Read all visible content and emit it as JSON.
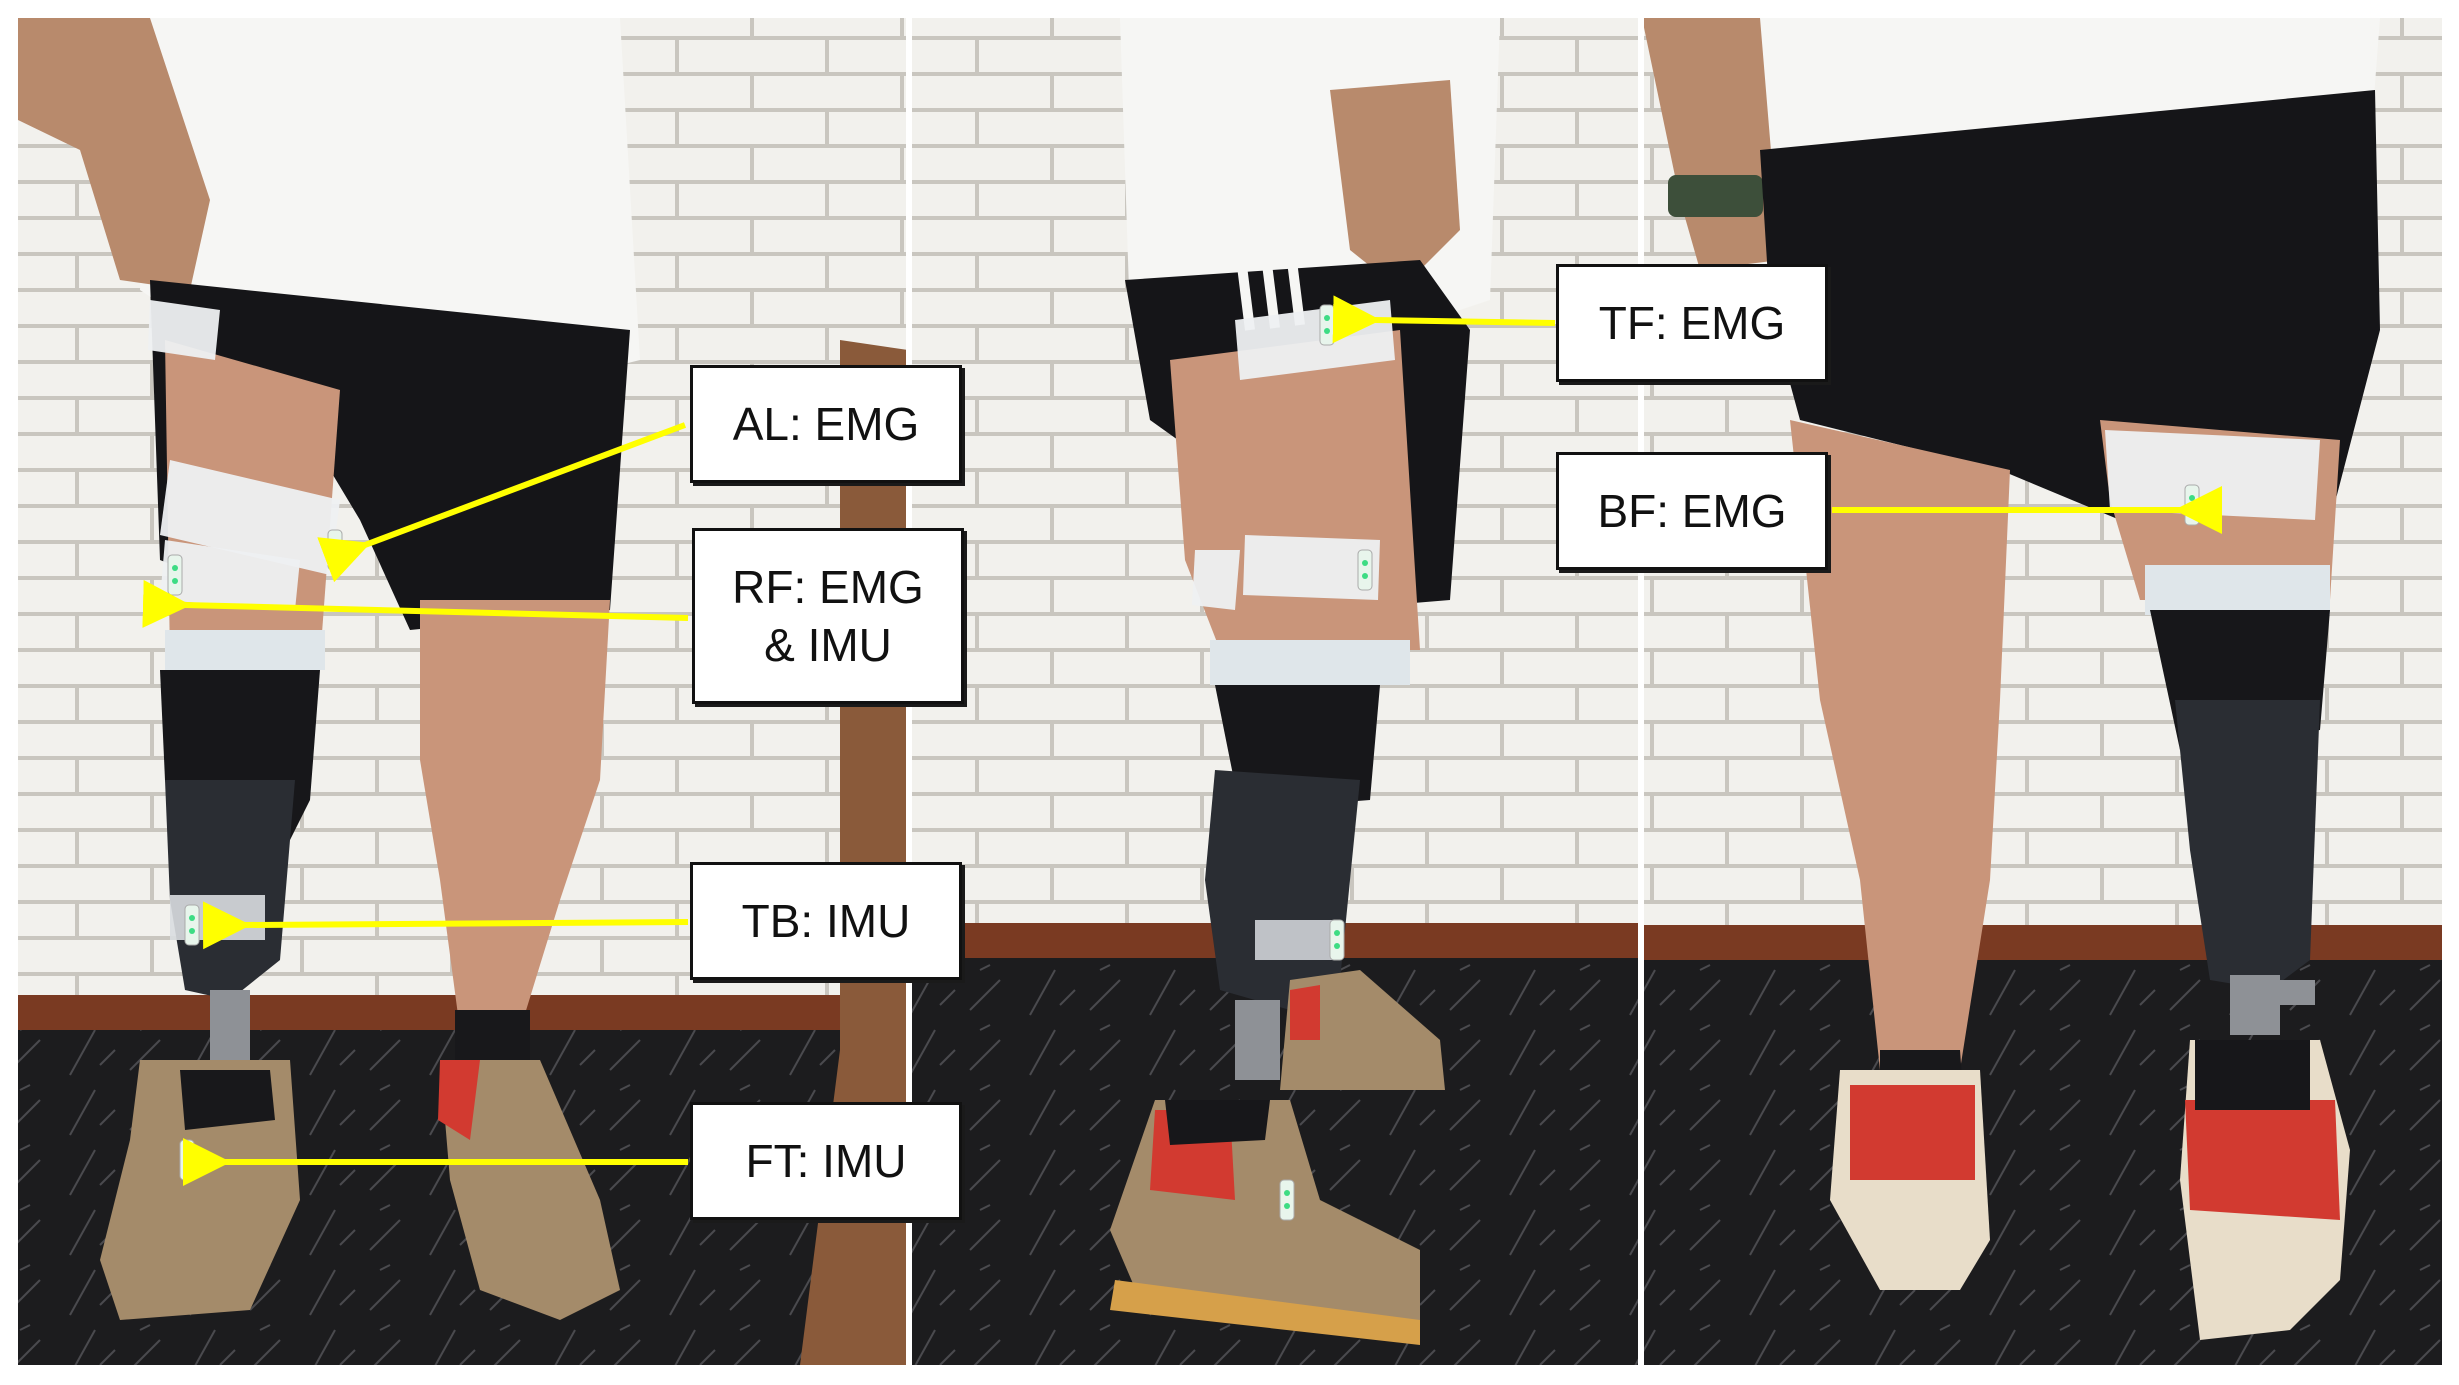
{
  "figure": {
    "panels": [
      {
        "view": "front"
      },
      {
        "view": "side"
      },
      {
        "view": "back"
      }
    ],
    "colors": {
      "arrow": "#ffff00",
      "brick": "#f2f1ed",
      "mortar": "#c9c6bf",
      "floor": "#1c1c1e",
      "skirting": "#7a3a22",
      "shorts": "#151518",
      "shirt": "#f6f6f4",
      "skin": "#c9957a",
      "prosthesis": "#2a2d33",
      "tape": "#eef0f2",
      "sensor_led": "#3ddc84"
    }
  },
  "labels": {
    "al": "AL: EMG",
    "rf_line1": "RF: EMG",
    "rf_line2": "& IMU",
    "tb": "TB: IMU",
    "ft": "FT: IMU",
    "tf": "TF: EMG",
    "bf": "BF: EMG"
  }
}
